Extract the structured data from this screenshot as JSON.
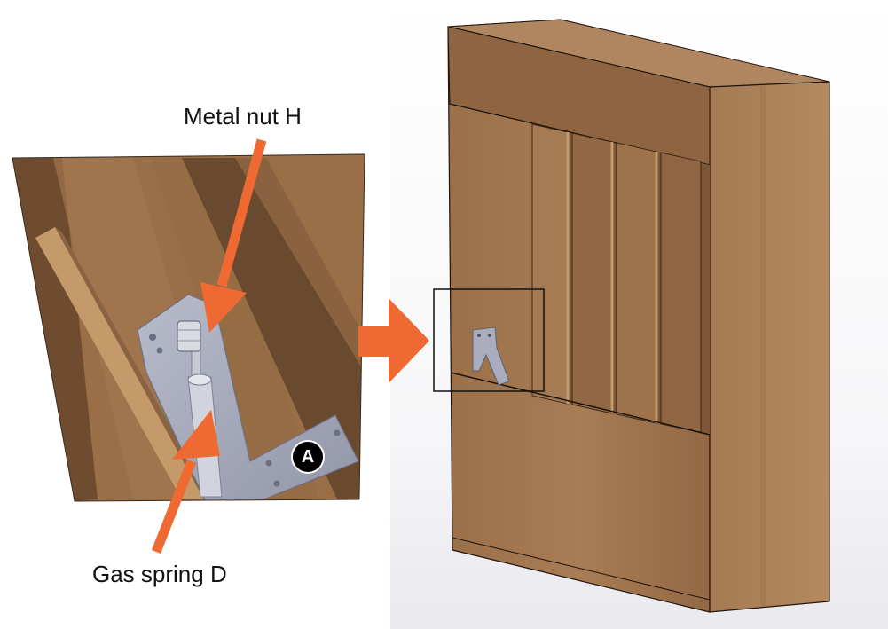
{
  "labels": {
    "metal_nut": "Metal nut H",
    "gas_spring": "Gas spring D",
    "badge": "A"
  },
  "colors": {
    "arrow": "#ee6a32",
    "wood_light": "#a67a52",
    "wood_mid": "#8e6441",
    "wood_dark": "#5f4128",
    "metal": "#a9adbd",
    "outline": "#1e140c"
  },
  "icons": {
    "pointer_arrow": "arrow-pointer",
    "flow_arrow": "arrow-right"
  }
}
